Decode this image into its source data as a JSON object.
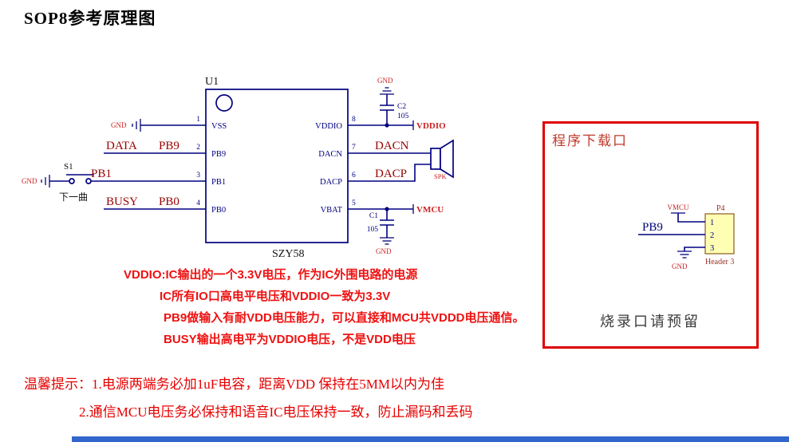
{
  "page": {
    "title": "SOP8参考原理图"
  },
  "chip": {
    "designator": "U1",
    "part": "SZY58",
    "left_pins": [
      {
        "num": "1",
        "name": "VSS"
      },
      {
        "num": "2",
        "name": "PB9"
      },
      {
        "num": "3",
        "name": "PB1"
      },
      {
        "num": "4",
        "name": "PB0"
      }
    ],
    "right_pins": [
      {
        "num": "8",
        "name": "VDDIO"
      },
      {
        "num": "7",
        "name": "DACN"
      },
      {
        "num": "6",
        "name": "DACP"
      },
      {
        "num": "5",
        "name": "VBAT"
      }
    ]
  },
  "left_circuit": {
    "vss_gnd": "GND",
    "data_label": "DATA",
    "pb9_label": "PB9",
    "switch_designator": "S1",
    "switch_gnd": "GND",
    "switch_caption": "下一曲",
    "pb1_label": "PB1",
    "busy_label": "BUSY",
    "pb0_label": "PB0"
  },
  "right_circuit": {
    "c2_gnd": "GND",
    "c2_designator": "C2",
    "c2_value": "105",
    "vddio_flag": "VDDIO",
    "dacn_label": "DACN",
    "dacp_label": "DACP",
    "speaker_label": "SPK",
    "c1_designator": "C1",
    "c1_value": "105",
    "vmcu_flag": "VMCU",
    "c1_gnd": "GND"
  },
  "notes": {
    "line1": "VDDIO:IC输出的一个3.3V电压，作为IC外围电路的电源",
    "line2": "IC所有IO口高电平电压和VDDIO一致为3.3V",
    "line3": "PB9做输入有耐VDD电压能力，可以直接和MCU共VDDD电压通信。",
    "line4": "BUSY输出高电平为VDDIO电压，不是VDD电压"
  },
  "download_box": {
    "title": "程序下载口",
    "vmcu_flag": "VMCU",
    "connector_designator": "P4",
    "pb9_net": "PB9",
    "pins": [
      "1",
      "2",
      "3"
    ],
    "connector_part": "Header 3",
    "gnd": "GND",
    "note": "烧录口请预留"
  },
  "tips": {
    "line1": "温馨提示：1.电源两端务必加1uF电容，距离VDD 保持在5MM以内为佳",
    "line2": "2.通信MCU电压务必保持和语音IC电压保持一致，防止漏码和丢码"
  },
  "colors": {
    "wire": "#000080",
    "net_label": "#990000",
    "annotation_red": "#ee1111",
    "tip_red": "#e60000",
    "box_border": "#dd0000",
    "box_title": "#c0392b",
    "connector_fill": "#ffffb3",
    "blue_bar": "#3366cc"
  }
}
